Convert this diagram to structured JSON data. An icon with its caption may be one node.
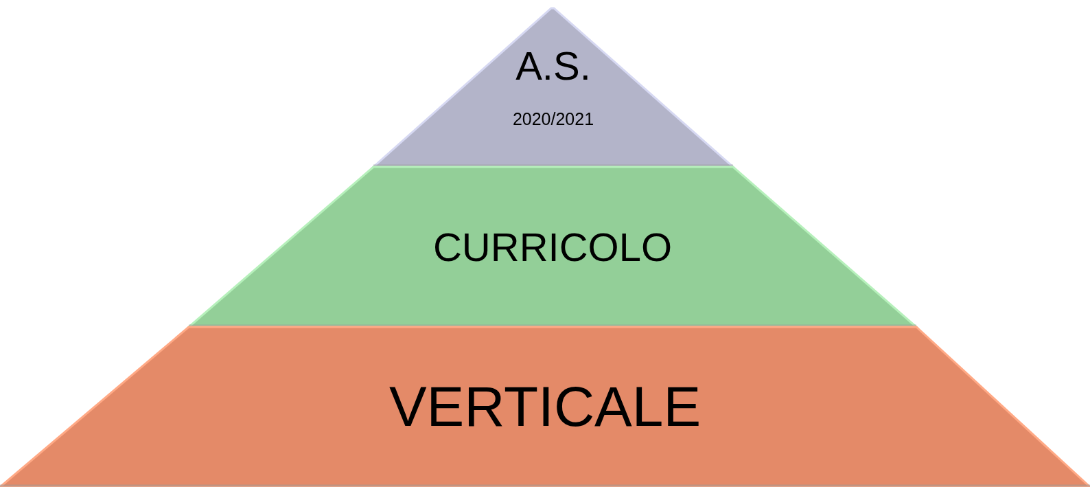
{
  "diagram": {
    "nodes": [
      {
        "text": [
          "A.S.",
          "2020/2021"
        ]
      },
      {
        "text": [
          "CURRICOLO"
        ]
      },
      {
        "text": [
          "VERTICALE"
        ]
      }
    ]
  }
}
